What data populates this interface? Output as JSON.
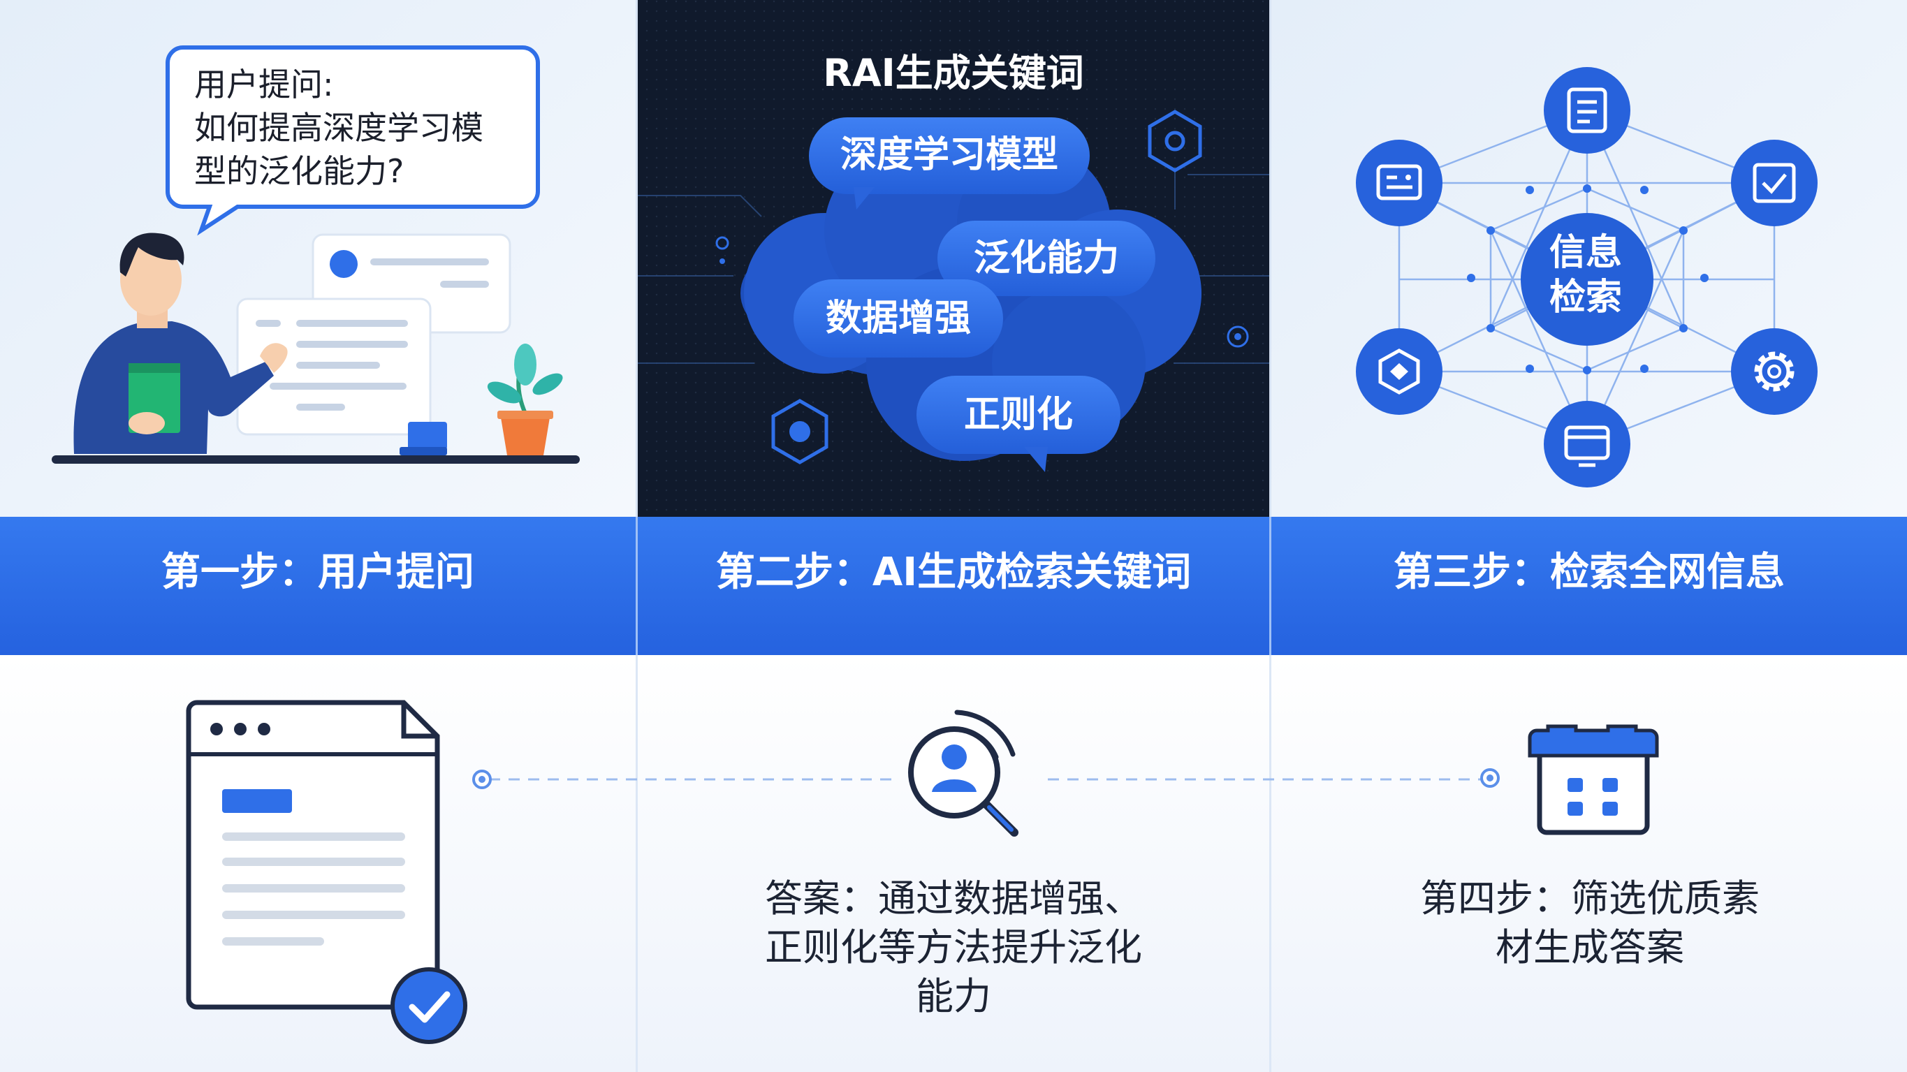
{
  "panel1": {
    "speech_bubble": "用户提问:\n如何提高深度学习模\n型的泛化能力?"
  },
  "panel2": {
    "title": "RAI生成关键词",
    "keywords": [
      "深度学习模型",
      "泛化能力",
      "数据增强",
      "正则化"
    ]
  },
  "panel3": {
    "hub_label": "信息\n检索",
    "node_icons": [
      "document-icon",
      "checkbox-icon",
      "gear-icon",
      "monitor-icon",
      "cube-icon",
      "card-icon"
    ]
  },
  "steps": {
    "step1": "第一步：用户提问",
    "step2": "第二步：AI生成检索关键词",
    "step3": "第三步：检索全网信息"
  },
  "bottom": {
    "answer": "答案：通过数据增强、\n正则化等方法提升泛化\n能力",
    "step4": "第四步：筛选优质素\n材生成答案"
  },
  "colors": {
    "accent_blue": "#2f6fe8",
    "banner_blue": "#2a6ae6",
    "dark_panel": "#101a2c",
    "light_panel": "#eaf2fb"
  }
}
